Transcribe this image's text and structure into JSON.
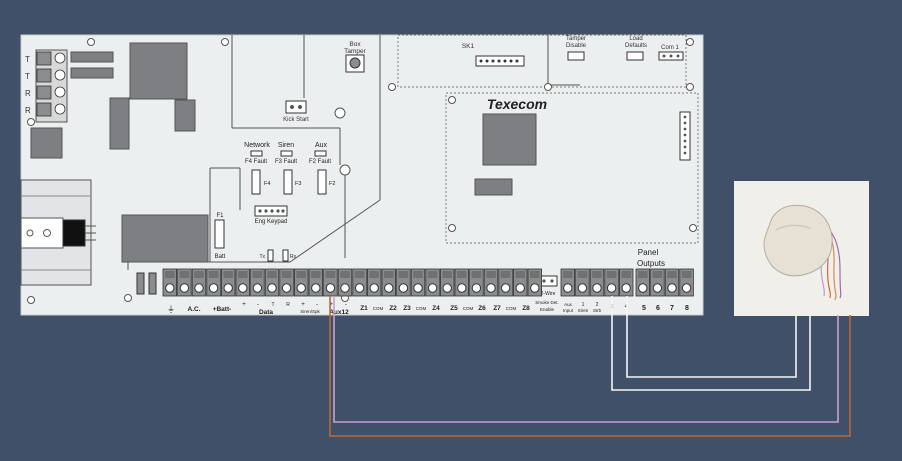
{
  "colors": {
    "background": "#3f5068",
    "board": "#eceff0",
    "board_line": "#555555",
    "chip": "#7d7f82",
    "terminal": "#8a8c8e",
    "wire_purple": "#c7a0d6",
    "wire_orange": "#b86a3a",
    "wire_white": "#f5f5f5",
    "photo_bg": "#f1efe9",
    "detector": "#e6e0d5"
  },
  "board": {
    "brand": "Texecom",
    "header_labels": {
      "box_tamper_line1": "Box",
      "box_tamper_line2": "Tamper",
      "sk1": "SK1",
      "tamper_disable_line1": "Tamper",
      "tamper_disable_line2": "Disable",
      "load_defaults_line1": "Load",
      "load_defaults_line2": "Defaults",
      "com1": "Com 1",
      "kick_start": "Kick Start"
    },
    "left_terminal_labels": [
      "T",
      "T",
      "R",
      "R"
    ],
    "fuse_labels": {
      "network": "Network",
      "siren": "Siren",
      "aux": "Aux",
      "f4_fault": "F4 Fault",
      "f3_fault": "F3 Fault",
      "f2_fault": "F2 Fault",
      "f4": "F4",
      "f3": "F3",
      "f2": "F2",
      "f1": "F1",
      "batt": "Batt",
      "eng_keypad": "Eng Keypad",
      "tx": "Tx",
      "rx": "Rx",
      "two_wire": "2-Wire",
      "panel": "Panel",
      "outputs": "Outputs"
    },
    "bottom_labels": {
      "earth": "⏚",
      "ac": "A.C.",
      "batt_plus": "+Batt-",
      "data": "Data",
      "data_plus": "+",
      "data_minus": "-",
      "data_t": "T",
      "data_r": "R",
      "siren_spk_plus": "+",
      "siren_spk_minus": "-",
      "siren_spk": "Siren/Spk",
      "aux12_plus": "+",
      "aux12_minus": "-",
      "aux12": "Aux12",
      "zones": [
        "Z1",
        "COM",
        "Z2",
        "Z3",
        "COM",
        "Z4",
        "Z5",
        "COM",
        "Z6",
        "Z7",
        "COM",
        "Z8"
      ],
      "smoke_det_line1": "Smoke Det.",
      "smoke_det_line2": "Enable",
      "aux_input_line1": "Aux",
      "aux_input_line2": "Input",
      "out1": "1",
      "out1_sub": "Siren",
      "out2": "2",
      "out2_sub": "Strb",
      "out3": "3",
      "out4": "4",
      "out5": "5",
      "out6": "6",
      "out7": "7",
      "out8": "8"
    }
  }
}
